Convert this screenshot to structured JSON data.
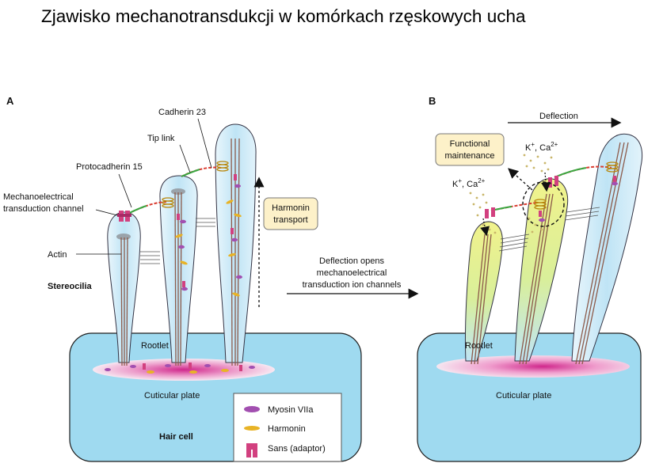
{
  "title": "Zjawisko mechanotransdukcji w komórkach rzęskowych ucha",
  "panel_a": {
    "letter": "A",
    "labels": {
      "cadherin23": "Cadherin 23",
      "tip_link": "Tip link",
      "protocadherin15": "Protocadherin 15",
      "met_channel_line1": "Mechanoelectrical",
      "met_channel_line2": "transduction channel",
      "actin": "Actin",
      "stereocilia": "Stereocilia",
      "rootlet": "Rootlet",
      "cuticular_plate": "Cuticular plate",
      "hair_cell": "Hair cell",
      "harmonin_transport_line1": "Harmonin",
      "harmonin_transport_line2": "transport"
    }
  },
  "middle_arrow": {
    "line1": "Deflection opens",
    "line2": "mechanoelectrical",
    "line3": "transduction ion channels"
  },
  "panel_b": {
    "letter": "B",
    "labels": {
      "deflection": "Deflection",
      "functional_line1": "Functional",
      "functional_line2": "maintenance",
      "ions_prefix": "K",
      "ions_plus": "+",
      "ions_middle": ", Ca",
      "ions_charge": "2+",
      "rootlet": "Rootlet",
      "cuticular_plate": "Cuticular plate"
    }
  },
  "legend": {
    "items": [
      {
        "label": "Myosin VIIa",
        "icon": "myosin-viia-icon",
        "color": "#a24fb0"
      },
      {
        "label": "Harmonin",
        "icon": "harmonin-icon",
        "color": "#e8b326"
      },
      {
        "label": "Sans (adaptor)",
        "icon": "sans-icon",
        "color": "#d2407f"
      }
    ]
  },
  "colors": {
    "cell_fill": "#9fdaf0",
    "stereocilium_fill": "#c8e9f7",
    "actin": "#8c5a4a",
    "sans": "#d2407f",
    "harmonin": "#e8b326",
    "myosin": "#a24fb0",
    "callout_fill": "#fdf1c9"
  }
}
